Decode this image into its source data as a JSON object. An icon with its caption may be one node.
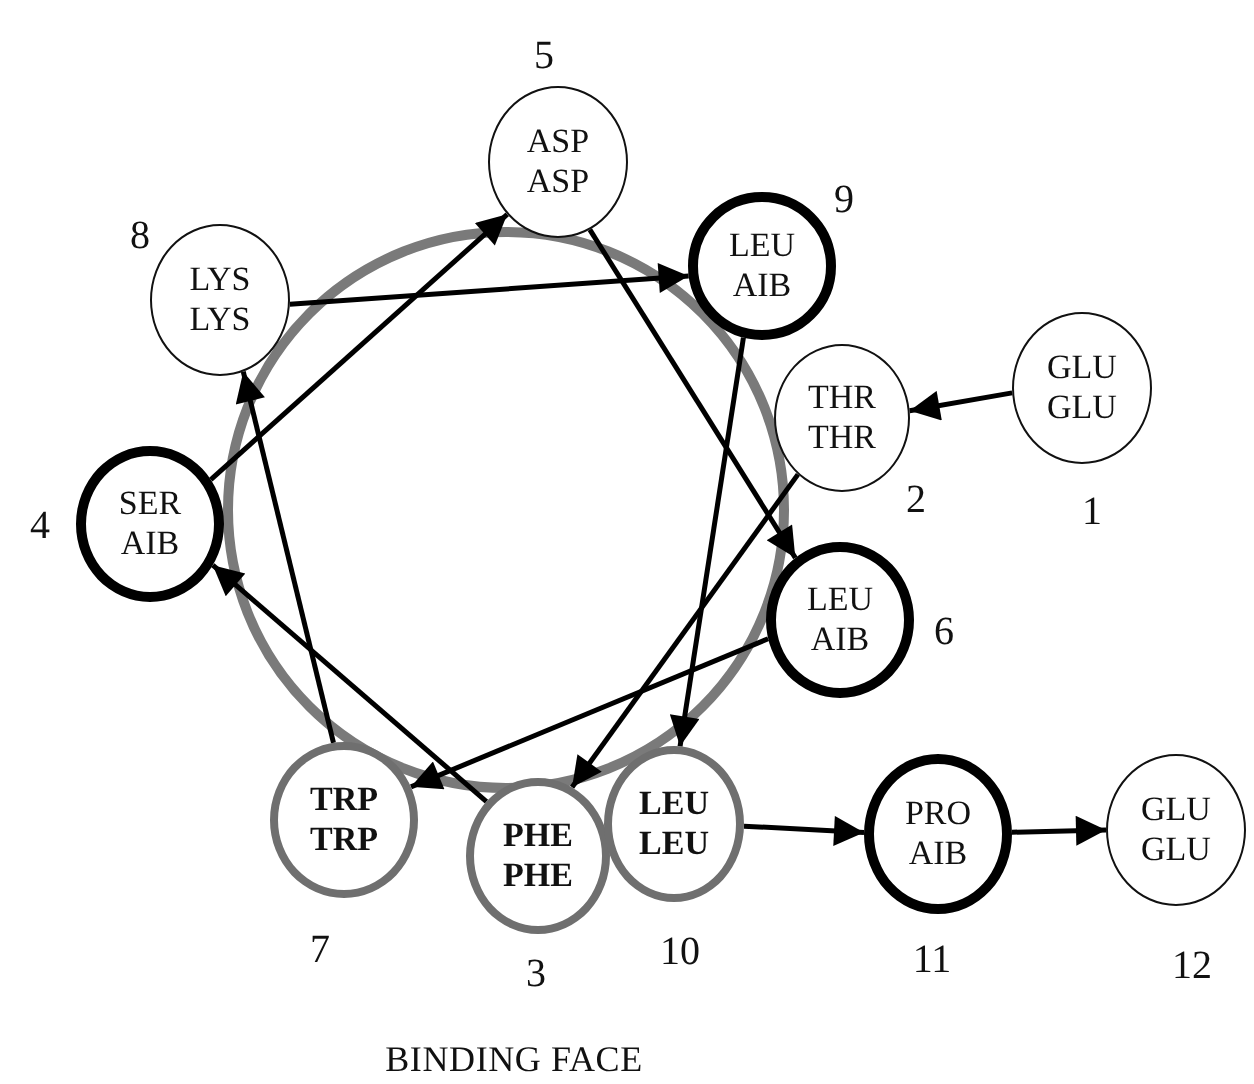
{
  "diagram": {
    "nodes": [
      {
        "text": [
          "GLU",
          "GLU"
        ],
        "beside": [
          "1"
        ]
      },
      {
        "text": [
          "THR",
          "THR"
        ],
        "beside": [
          "2"
        ]
      },
      {
        "text": [
          "PHE",
          "PHE"
        ],
        "beside": [
          "3"
        ]
      },
      {
        "text": [
          "SER",
          "AIB"
        ],
        "beside": [
          "4"
        ]
      },
      {
        "text": [
          "ASP",
          "ASP"
        ],
        "beside": [
          "5"
        ]
      },
      {
        "text": [
          "LEU",
          "AIB"
        ],
        "beside": [
          "6"
        ]
      },
      {
        "text": [
          "TRP",
          "TRP"
        ],
        "beside": [
          "7"
        ]
      },
      {
        "text": [
          "LYS",
          "LYS"
        ],
        "beside": [
          "8"
        ]
      },
      {
        "text": [
          "LEU",
          "AIB"
        ],
        "beside": [
          "9"
        ]
      },
      {
        "text": [
          "LEU",
          "LEU"
        ],
        "beside": [
          "10"
        ]
      },
      {
        "text": [
          "PRO",
          "AIB"
        ],
        "beside": [
          "11"
        ]
      },
      {
        "text": [
          "GLU",
          "GLU"
        ],
        "beside": [
          "12"
        ]
      }
    ],
    "edges": [
      {
        "from": 0,
        "to": 1,
        "arrow": "to"
      },
      {
        "from": 1,
        "to": 2,
        "arrow": "to"
      },
      {
        "from": 2,
        "to": 3,
        "arrow": "to"
      },
      {
        "from": 3,
        "to": 4,
        "arrow": "to"
      },
      {
        "from": 4,
        "to": 5,
        "arrow": "to"
      },
      {
        "from": 5,
        "to": 6,
        "arrow": "to"
      },
      {
        "from": 6,
        "to": 7,
        "arrow": "to"
      },
      {
        "from": 7,
        "to": 8,
        "arrow": "to"
      },
      {
        "from": 8,
        "to": 9,
        "arrow": "to"
      },
      {
        "from": 9,
        "to": 10,
        "arrow": "to"
      },
      {
        "from": 10,
        "to": 11,
        "arrow": "to"
      }
    ],
    "labels": [
      "BINDING FACE"
    ]
  }
}
